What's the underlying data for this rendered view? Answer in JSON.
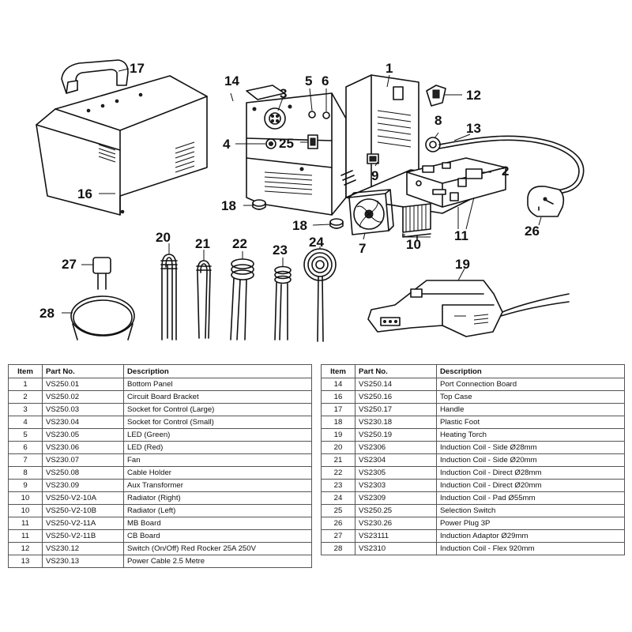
{
  "callouts": {
    "c1": "1",
    "c2": "2",
    "c3": "3",
    "c4": "4",
    "c5": "5",
    "c6": "6",
    "c7": "7",
    "c8": "8",
    "c9": "9",
    "c10": "10",
    "c11": "11",
    "c12": "12",
    "c13": "13",
    "c14": "14",
    "c16": "16",
    "c17": "17",
    "c18a": "18",
    "c18b": "18",
    "c19": "19",
    "c20": "20",
    "c21": "21",
    "c22": "22",
    "c23": "23",
    "c24": "24",
    "c25": "25",
    "c26": "26",
    "c27": "27",
    "c28": "28"
  },
  "table_headers": {
    "item": "Item",
    "part_no": "Part No.",
    "description": "Description"
  },
  "parts_left": [
    {
      "item": "1",
      "part_no": "VS250.01",
      "description": "Bottom Panel"
    },
    {
      "item": "2",
      "part_no": "VS250.02",
      "description": "Circuit Board Bracket"
    },
    {
      "item": "3",
      "part_no": "VS250.03",
      "description": "Socket for Control (Large)"
    },
    {
      "item": "4",
      "part_no": "VS230.04",
      "description": "Socket for Control (Small)"
    },
    {
      "item": "5",
      "part_no": "VS230.05",
      "description": "LED (Green)"
    },
    {
      "item": "6",
      "part_no": "VS230.06",
      "description": "LED (Red)"
    },
    {
      "item": "7",
      "part_no": "VS230.07",
      "description": "Fan"
    },
    {
      "item": "8",
      "part_no": "VS250.08",
      "description": "Cable Holder"
    },
    {
      "item": "9",
      "part_no": "VS230.09",
      "description": "Aux Transformer"
    },
    {
      "item": "10",
      "part_no": "VS250-V2-10A",
      "description": "Radiator (Right)"
    },
    {
      "item": "10",
      "part_no": "VS250-V2-10B",
      "description": "Radiator (Left)"
    },
    {
      "item": "11",
      "part_no": "VS250-V2-11A",
      "description": "MB Board"
    },
    {
      "item": "11",
      "part_no": "VS250-V2-11B",
      "description": "CB Board"
    },
    {
      "item": "12",
      "part_no": "VS230.12",
      "description": "Switch (On/Off) Red Rocker 25A 250V"
    },
    {
      "item": "13",
      "part_no": "VS230.13",
      "description": "Power Cable 2.5 Metre"
    }
  ],
  "parts_right": [
    {
      "item": "14",
      "part_no": "VS250.14",
      "description": "Port Connection Board"
    },
    {
      "item": "16",
      "part_no": "VS250.16",
      "description": "Top Case"
    },
    {
      "item": "17",
      "part_no": "VS250.17",
      "description": "Handle"
    },
    {
      "item": "18",
      "part_no": "VS230.18",
      "description": "Plastic Foot"
    },
    {
      "item": "19",
      "part_no": "VS250.19",
      "description": "Heating Torch"
    },
    {
      "item": "20",
      "part_no": "VS2306",
      "description": "Induction Coil - Side Ø28mm"
    },
    {
      "item": "21",
      "part_no": "VS2304",
      "description": "Induction Coil - Side Ø20mm"
    },
    {
      "item": "22",
      "part_no": "VS2305",
      "description": "Induction Coil - Direct Ø28mm"
    },
    {
      "item": "23",
      "part_no": "VS2303",
      "description": "Induction Coil - Direct Ø20mm"
    },
    {
      "item": "24",
      "part_no": "VS2309",
      "description": "Induction Coil - Pad Ø55mm"
    },
    {
      "item": "25",
      "part_no": "VS250.25",
      "description": "Selection Switch"
    },
    {
      "item": "26",
      "part_no": "VS230.26",
      "description": "Power Plug 3P"
    },
    {
      "item": "27",
      "part_no": "VS23111",
      "description": "Induction Adaptor Ø29mm"
    },
    {
      "item": "28",
      "part_no": "VS2310",
      "description": "Induction Coil - Flex 920mm"
    }
  ]
}
